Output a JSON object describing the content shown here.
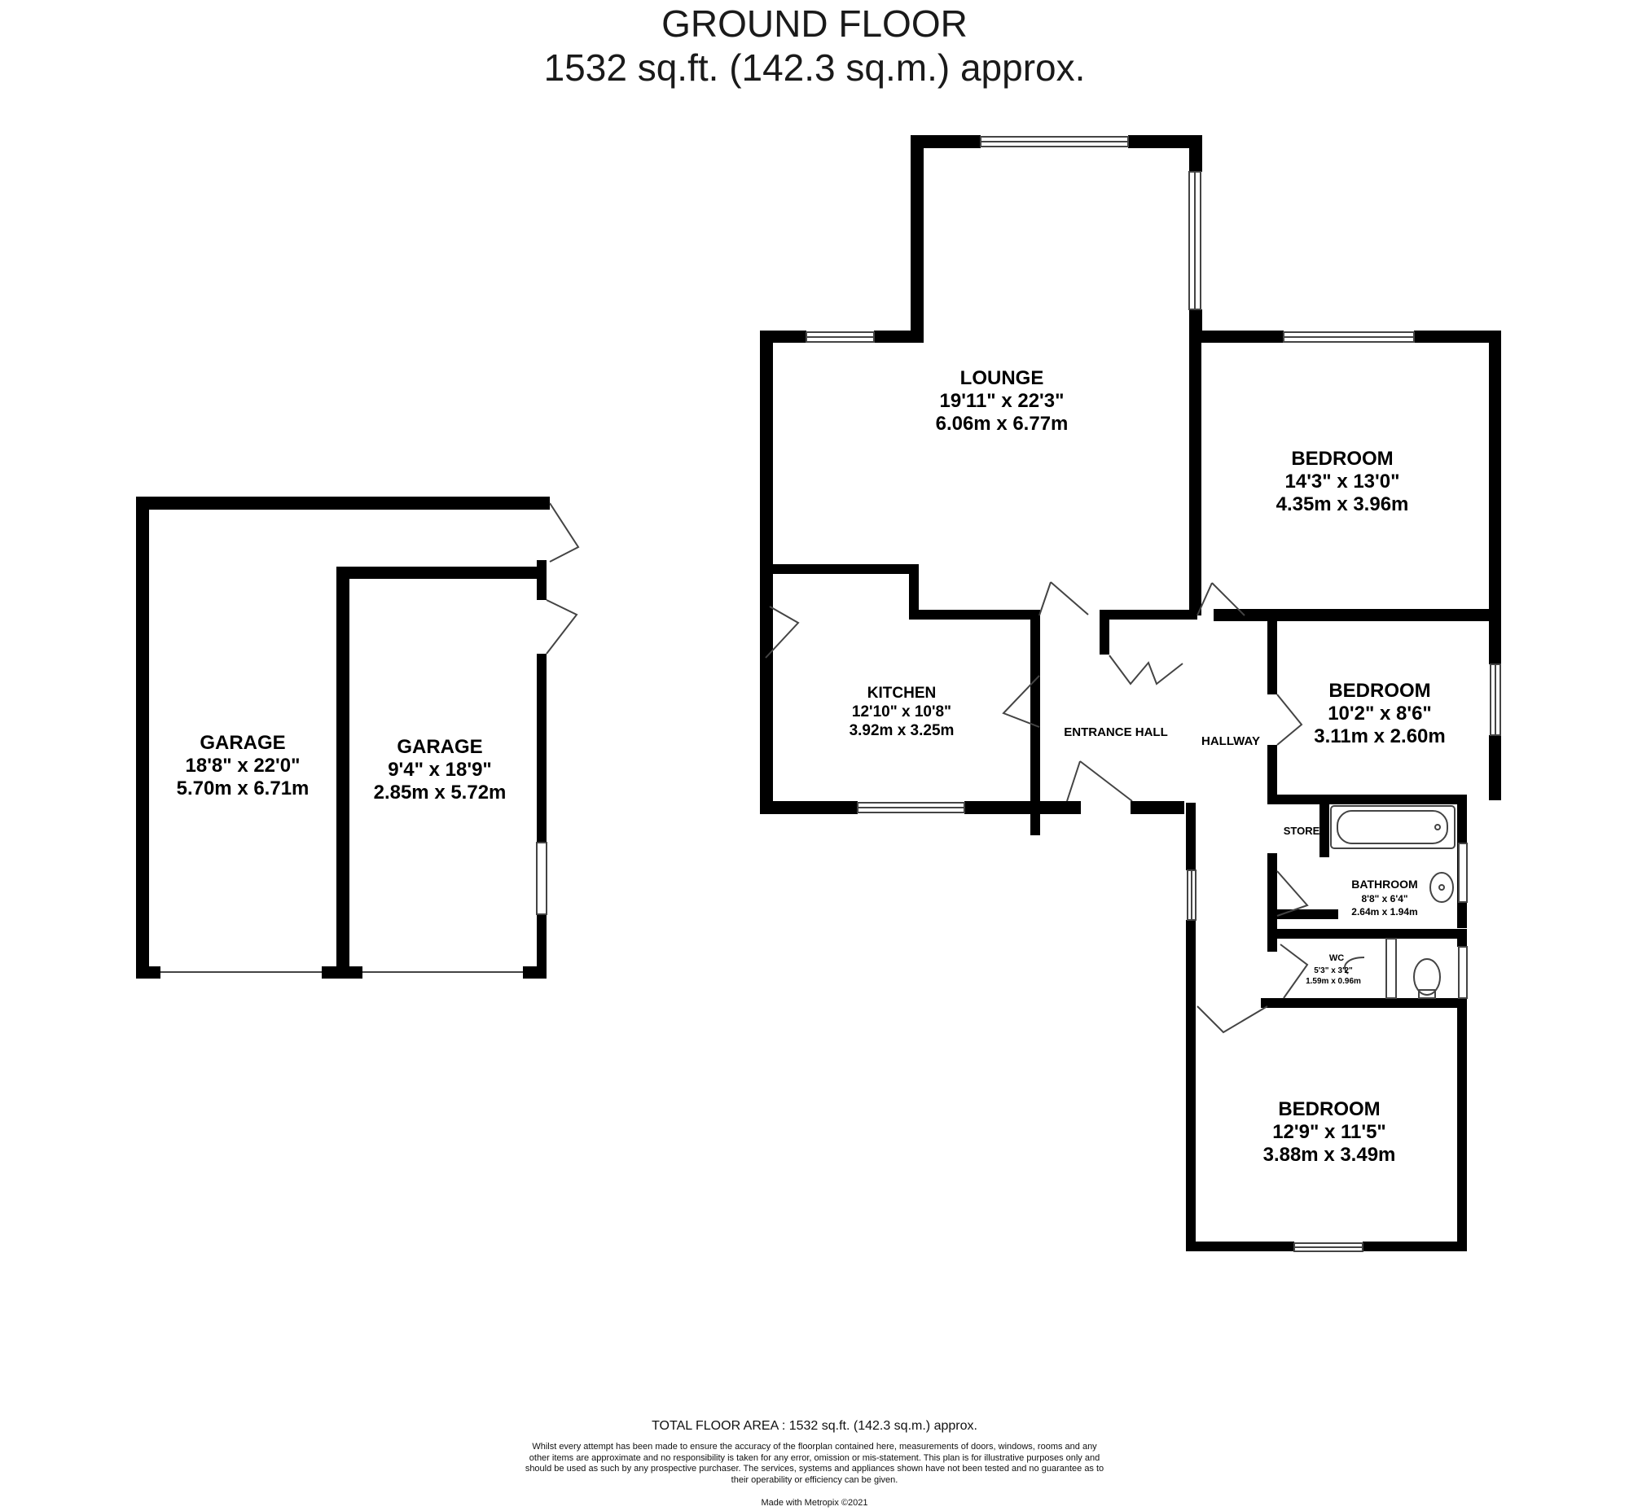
{
  "header": {
    "title": "GROUND FLOOR",
    "area": "1532 sq.ft. (142.3 sq.m.) approx."
  },
  "rooms": {
    "lounge": {
      "name": "LOUNGE",
      "imperial": "19'11\"  x 22'3\"",
      "metric": "6.06m  x 6.77m"
    },
    "bedroom1": {
      "name": "BEDROOM",
      "imperial": "14'3\"  x 13'0\"",
      "metric": "4.35m  x 3.96m"
    },
    "bedroom2": {
      "name": "BEDROOM",
      "imperial": "10'2\"  x 8'6\"",
      "metric": "3.11m  x 2.60m"
    },
    "bedroom3": {
      "name": "BEDROOM",
      "imperial": "12'9\"  x 11'5\"",
      "metric": "3.88m  x 3.49m"
    },
    "kitchen": {
      "name": "KITCHEN",
      "imperial": "12'10\"  x 10'8\"",
      "metric": "3.92m  x 3.25m"
    },
    "entrance_hall": {
      "name": "ENTRANCE HALL"
    },
    "hallway": {
      "name": "HALLWAY"
    },
    "store": {
      "name": "STORE"
    },
    "bathroom": {
      "name": "BATHROOM",
      "imperial": "8'8\"  x 6'4\"",
      "metric": "2.64m  x 1.94m"
    },
    "wc": {
      "name": "WC",
      "imperial": "5'3\"  x 3'2\"",
      "metric": "1.59m  x 0.96m"
    },
    "garage1": {
      "name": "GARAGE",
      "imperial": "18'8\"  x 22'0\"",
      "metric": "5.70m  x 6.71m"
    },
    "garage2": {
      "name": "GARAGE",
      "imperial": "9'4\"  x 18'9\"",
      "metric": "2.85m  x 5.72m"
    }
  },
  "footer": {
    "total": "TOTAL FLOOR AREA : 1532 sq.ft. (142.3 sq.m.) approx.",
    "disclaimer": "Whilst every attempt has been made to ensure the accuracy of the floorplan contained here, measurements of doors, windows, rooms and any other items are approximate and no responsibility is taken for any error, omission or mis-statement. This plan is for illustrative purposes only and should be used as such by any prospective purchaser. The services, systems and appliances shown have not been tested and no guarantee as to their operability or efficiency can be given.",
    "credit": "Made with Metropix ©2021"
  },
  "colors": {
    "wall": "#000000",
    "window": "#ffffff",
    "line": "#444444"
  }
}
